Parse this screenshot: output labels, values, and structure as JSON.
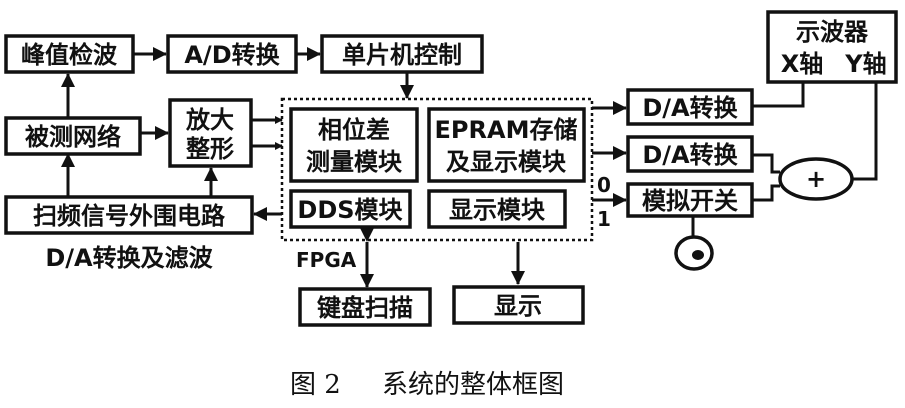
{
  "blocks": {
    "peak_detect": "峰值检波",
    "ad_convert": "A/D转换",
    "mcu_control": "单片机控制",
    "oscilloscope": "示波器",
    "x_axis": "X轴",
    "y_axis": "Y轴",
    "network_under_test": "被测网络",
    "amplify_line1": "放大",
    "amplify_line2": "整形",
    "phase_line1": "相位差",
    "phase_line2": "测量模块",
    "eprom_line1": "EPRAM存储",
    "eprom_line2": "及显示模块",
    "dds": "DDS模块",
    "display_module": "显示模块",
    "da_convert_1": "D/A转换",
    "da_convert_2": "D/A转换",
    "analog_switch": "模拟开关",
    "adder": "+",
    "sweep_circuit": "扫频信号外围电路",
    "keyboard": "键盘扫描",
    "display": "显示"
  },
  "labels": {
    "da_filter": "D/A转换及滤波",
    "fpga": "FPGA",
    "switch_0": "0",
    "switch_1": "1"
  },
  "caption": {
    "figure_no": "图 2",
    "title": "系统的整体框图"
  }
}
